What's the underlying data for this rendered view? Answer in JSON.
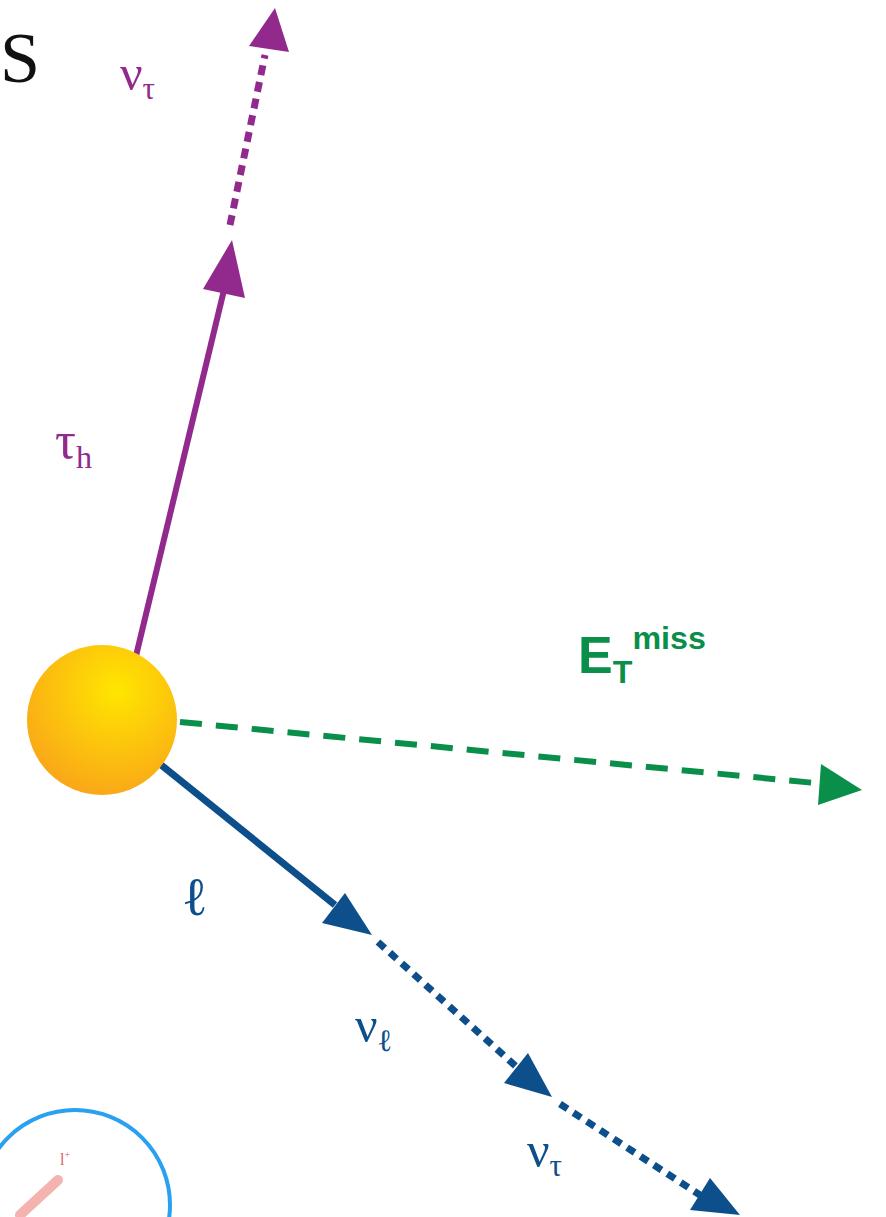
{
  "diagram": {
    "labels": [
      "S",
      "ντ",
      "τh",
      "ETmiss",
      "ℓ",
      "νℓ",
      "ντ",
      "l+"
    ]
  }
}
